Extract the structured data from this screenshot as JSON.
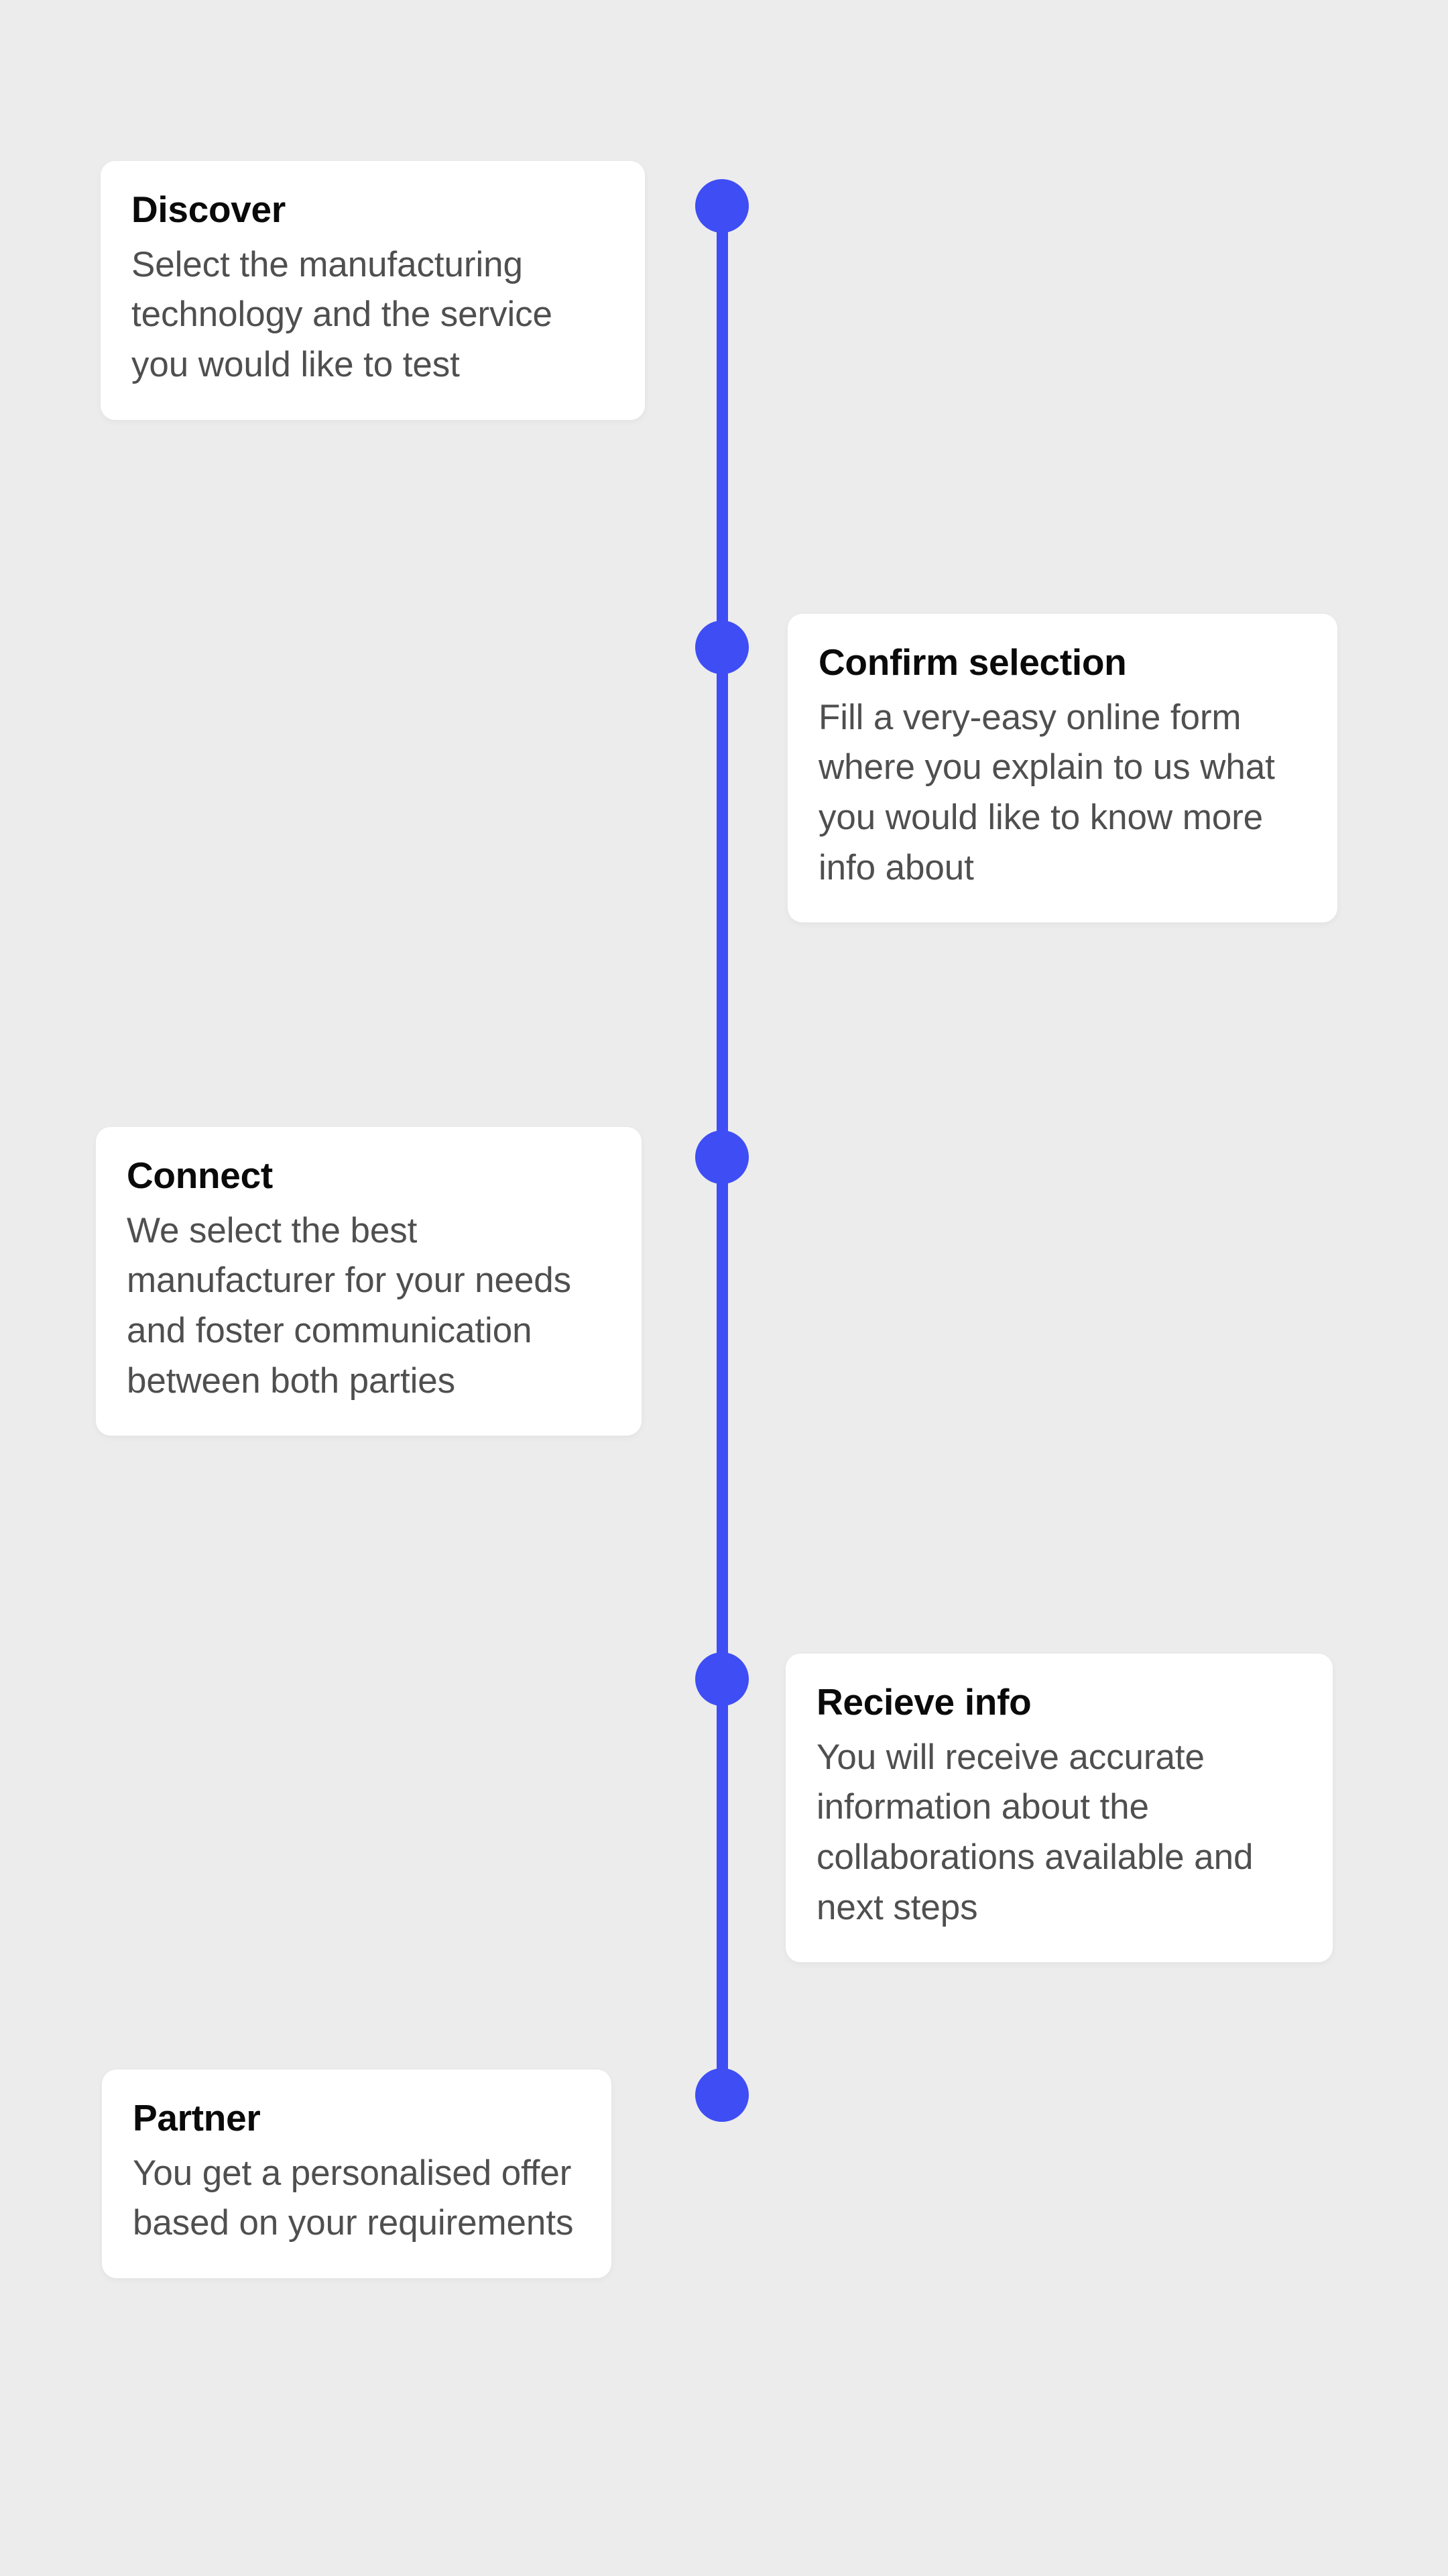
{
  "page": {
    "background_color": "#ececec",
    "card_background_color": "#ffffff",
    "accent_color": "#3f4df5",
    "title_color": "#0a0a0a",
    "body_color": "#4f4f4f"
  },
  "timeline": {
    "orientation": "vertical",
    "steps": [
      {
        "index": 1,
        "side": "left",
        "title": "Discover",
        "description": "Select the manufacturing technology and the service you would like to test"
      },
      {
        "index": 2,
        "side": "right",
        "title": "Confirm selection",
        "description": "Fill a very-easy online form where you explain to us what you would like to know more info about"
      },
      {
        "index": 3,
        "side": "left",
        "title": "Connect",
        "description": "We select the best manufacturer for your needs and foster communication between both parties"
      },
      {
        "index": 4,
        "side": "right",
        "title": "Recieve info",
        "description": "You will receive accurate information about the collaborations available and next steps"
      },
      {
        "index": 5,
        "side": "left",
        "title": "Partner",
        "description": "You get a personalised offer based on your requirements"
      }
    ]
  }
}
